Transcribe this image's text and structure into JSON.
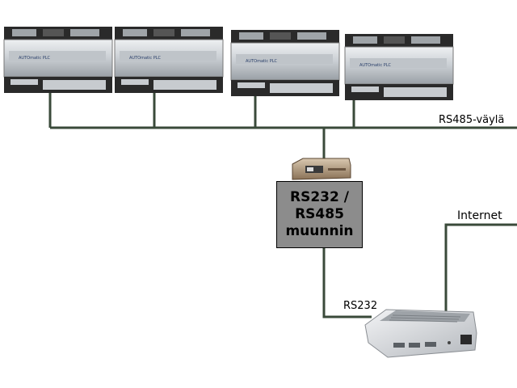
{
  "labels": {
    "bus": "RS485-väylä",
    "internet": "Internet",
    "rs232": "RS232",
    "converter": "RS232 /\nRS485\nmuunnin"
  },
  "plc_logo_text": "AUTOmatic PLC",
  "colors": {
    "line": "#3a4a3a",
    "converter_box": "#8c8c8c",
    "plc_body": "#d0d4d8",
    "plc_terminals": "#2a2a2a"
  },
  "icons": {
    "plc": "plc-controller-icon",
    "converter": "serial-converter-device-icon",
    "computer": "embedded-pc-icon"
  }
}
